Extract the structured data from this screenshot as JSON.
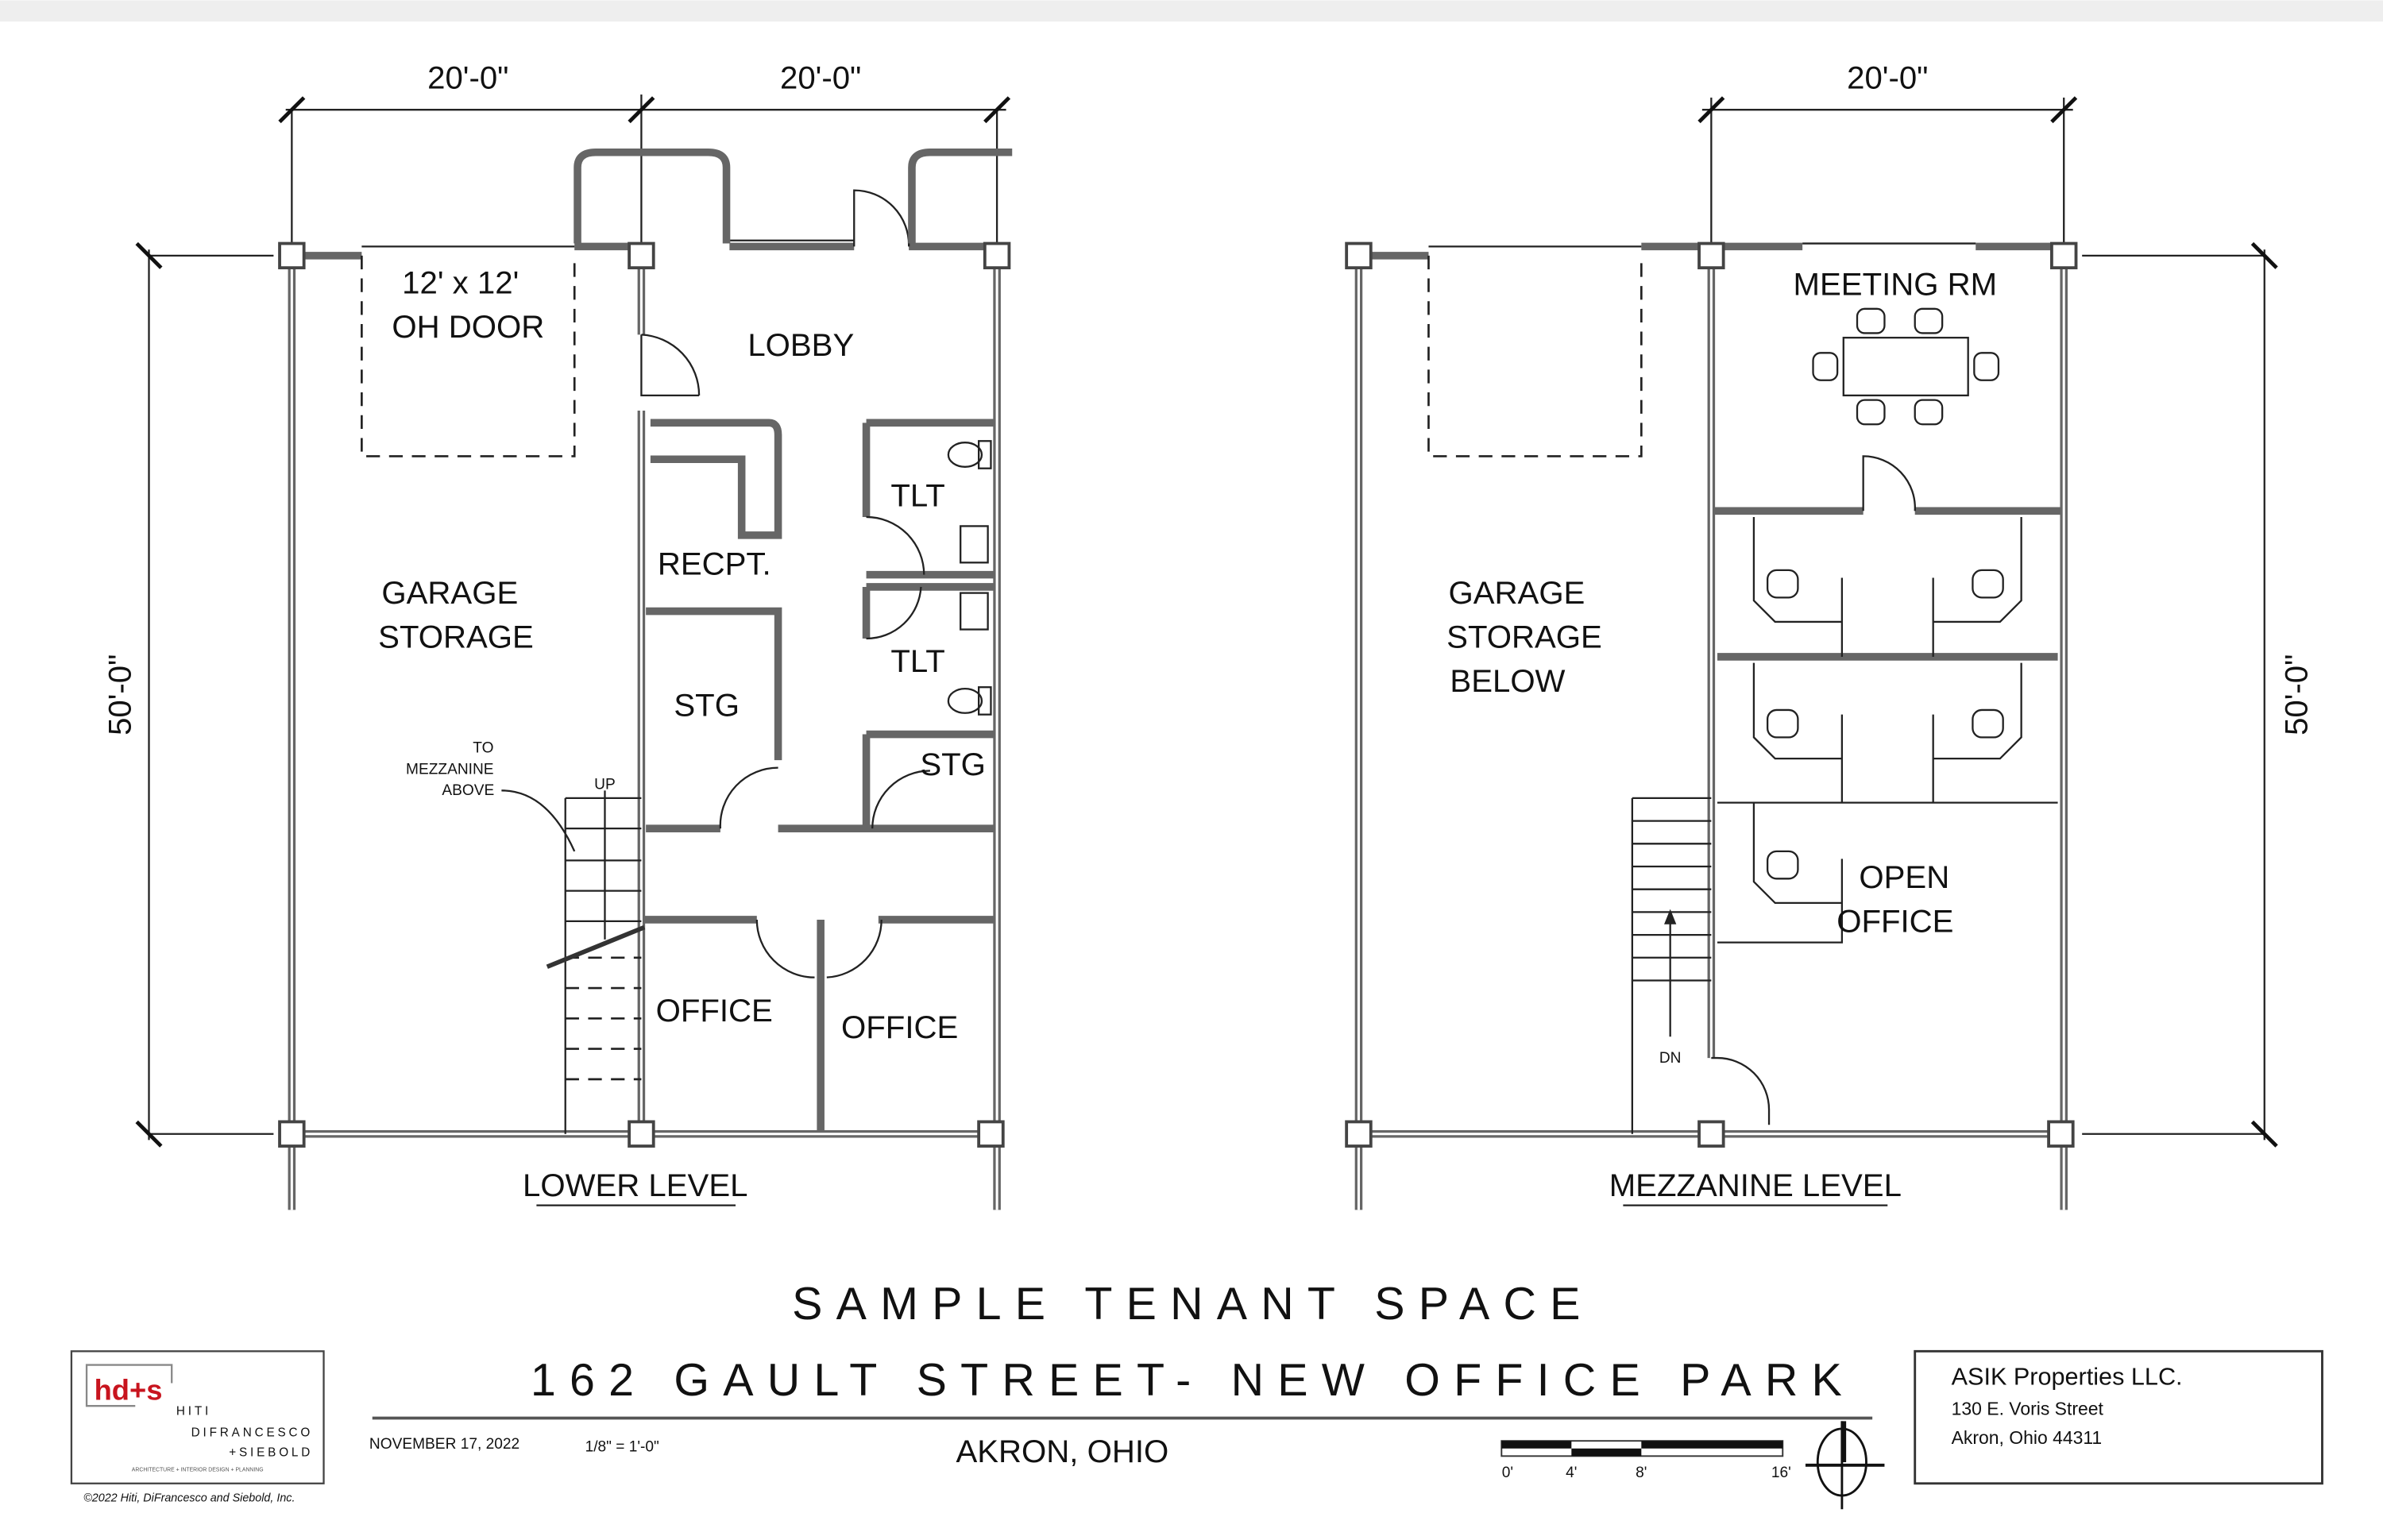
{
  "lower_level": {
    "title": "LOWER LEVEL",
    "dim_top_left": "20'-0\"",
    "dim_top_right": "20'-0\"",
    "dim_side": "50'-0\"",
    "oh_door_size": "12' x 12'",
    "oh_door": "OH DOOR",
    "garage_1": "GARAGE",
    "garage_2": "STORAGE",
    "lobby": "LOBBY",
    "recept": "RECPT.",
    "tlt_1": "TLT",
    "tlt_2": "TLT",
    "stg_1": "STG",
    "stg_2": "STG",
    "office_1": "OFFICE",
    "office_2": "OFFICE",
    "stair_note_1": "TO",
    "stair_note_2": "MEZZANINE",
    "stair_note_3": "ABOVE",
    "stair_up": "UP"
  },
  "mezzanine_level": {
    "title": "MEZZANINE LEVEL",
    "dim_top": "20'-0\"",
    "dim_side": "50'-0\"",
    "meeting": "MEETING RM",
    "garage_1": "GARAGE",
    "garage_2": "STORAGE",
    "garage_3": "BELOW",
    "open_1": "OPEN",
    "open_2": "OFFICE",
    "stair_dn": "DN"
  },
  "title_block": {
    "title": "SAMPLE TENANT SPACE",
    "address": "162 GAULT STREET- NEW OFFICE PARK",
    "city": "AKRON, OHIO",
    "date": "NOVEMBER 17, 2022",
    "scale": "1/8\" = 1'-0\"",
    "scale_bar_labels": [
      "0'",
      "4'",
      "8'",
      "16'"
    ]
  },
  "firm": {
    "logo": "hd+s",
    "name_1": "HITI",
    "name_2": "DIFRANCESCO",
    "name_3": "+SIEBOLD",
    "tagline": "ARCHITECTURE + INTERIOR DESIGN + PLANNING",
    "copyright": "©2022 Hiti, DiFrancesco and Siebold, Inc.",
    "brand_color": "#c8141e"
  },
  "client": {
    "name": "ASIK Properties LLC.",
    "street": "130 E. Voris Street",
    "city": "Akron, Ohio 44311"
  }
}
